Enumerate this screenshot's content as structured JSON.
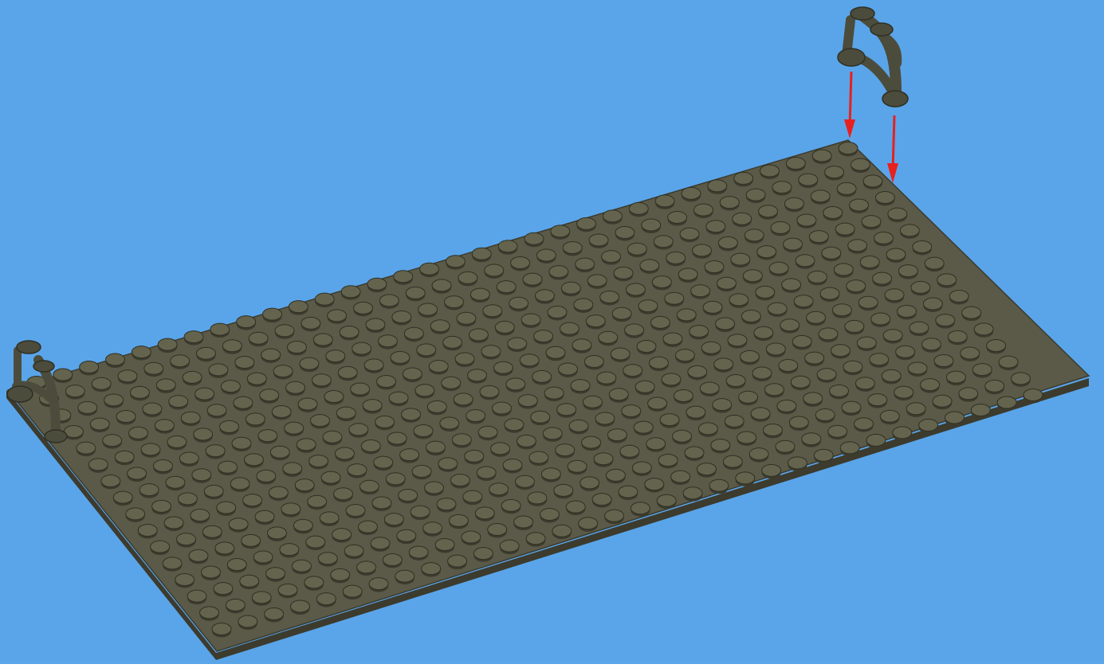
{
  "scene": {
    "background_color": "#5aa5e9",
    "plate_color": "#5b5a48",
    "plate_edge_color": "#3c3b2e",
    "stud_color": "#55543f",
    "stud_top_color": "#64634d",
    "arrow_color": "#e8201f",
    "part_color": "#4c4c3c"
  },
  "plate": {
    "studs_long": 32,
    "studs_wide": 16
  },
  "parts": [
    {
      "name": "arch-bracket-top-right",
      "icon": "arch-bracket-icon",
      "placed": false
    },
    {
      "name": "arch-bracket-left",
      "icon": "arch-bracket-icon",
      "placed": true
    }
  ],
  "arrows": [
    {
      "name": "insert-arrow-1",
      "direction": "down"
    },
    {
      "name": "insert-arrow-2",
      "direction": "down"
    }
  ]
}
